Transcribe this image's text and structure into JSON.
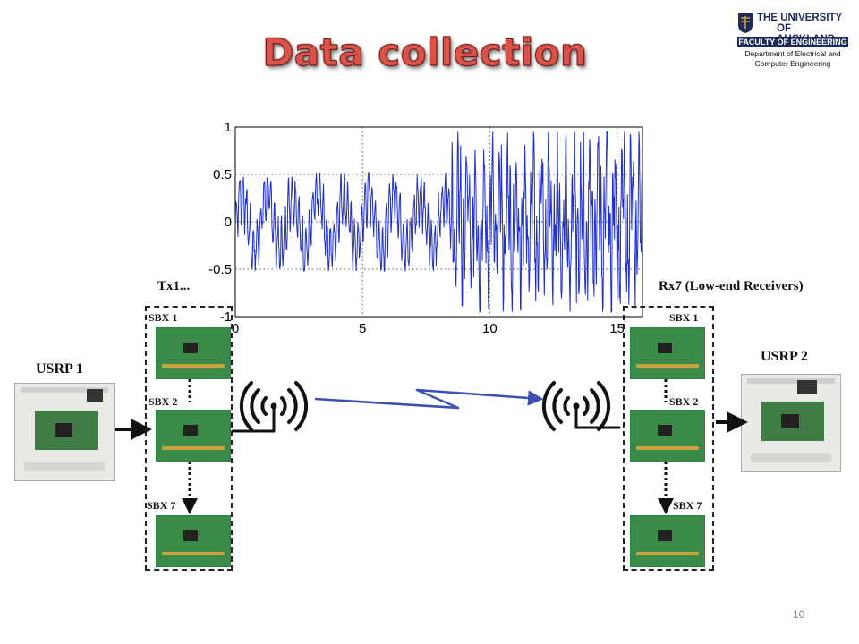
{
  "title": "Data collection",
  "logo": {
    "line1": "THE UNIVERSITY",
    "line2": "OF AUCKLAND",
    "faculty": "FACULTY OF ENGINEERING",
    "dept1": "Department of Electrical and",
    "dept2": "Computer Engineering"
  },
  "labels": {
    "tx": "Tx1...",
    "rx": "Rx7 (Low-end Receivers)",
    "usrp1": "USRP 1",
    "usrp2": "USRP 2",
    "tx_sbx": [
      "SBX 1",
      "SBX 2",
      "SBX 7"
    ],
    "rx_sbx": [
      "SBX 1",
      "SBX 2",
      "SBX 7"
    ]
  },
  "page_number": "10",
  "colors": {
    "signal": "#1f2fcc",
    "title": "#d9534a",
    "board": "#3b8a4a",
    "link": "#3c4fb3"
  },
  "chart_data": {
    "type": "line",
    "xlim": [
      0,
      16
    ],
    "ylim": [
      -1,
      1
    ],
    "x_ticks": [
      "0",
      "5",
      "10",
      "15"
    ],
    "y_ticks": [
      "1",
      "0.5",
      "0",
      "-0.5",
      "-1"
    ],
    "grid": true,
    "series": [
      {
        "segment_1": {
          "x_range": [
            0,
            8.5
          ],
          "amplitude": 0.52
        },
        "segment_2": {
          "x_range": [
            8.5,
            16
          ],
          "amplitude": 0.9
        }
      }
    ]
  }
}
